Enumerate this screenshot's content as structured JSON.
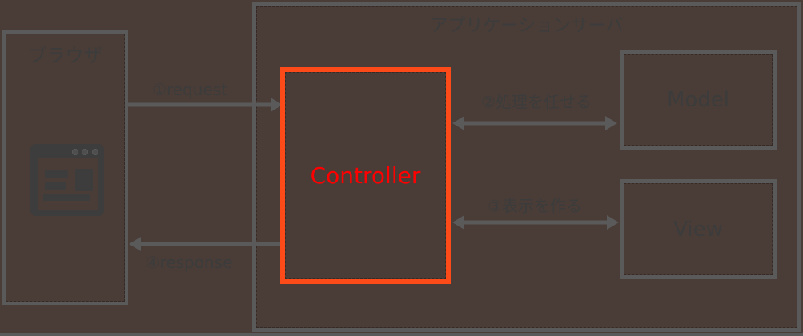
{
  "colors": {
    "background": "#4A3C37",
    "box_border": "#5A5A5A",
    "label_text": "#3C3C3C",
    "controller_border": "#FC4A18",
    "controller_text": "#FF0000",
    "icon_fill": "#3D3D3D"
  },
  "icons": {
    "browser": "browser-window"
  },
  "diagram": {
    "browser": {
      "label": "ブラウザ"
    },
    "app_server": {
      "title": "アプリケーションサーバ"
    },
    "controller": {
      "label": "Controller"
    },
    "model": {
      "label": "Model"
    },
    "view": {
      "label": "View"
    },
    "flows": {
      "request": {
        "label": "①request"
      },
      "delegate": {
        "label": "②処理を任せる"
      },
      "render": {
        "label": "③表示を作る"
      },
      "response": {
        "label": "④response"
      }
    }
  }
}
